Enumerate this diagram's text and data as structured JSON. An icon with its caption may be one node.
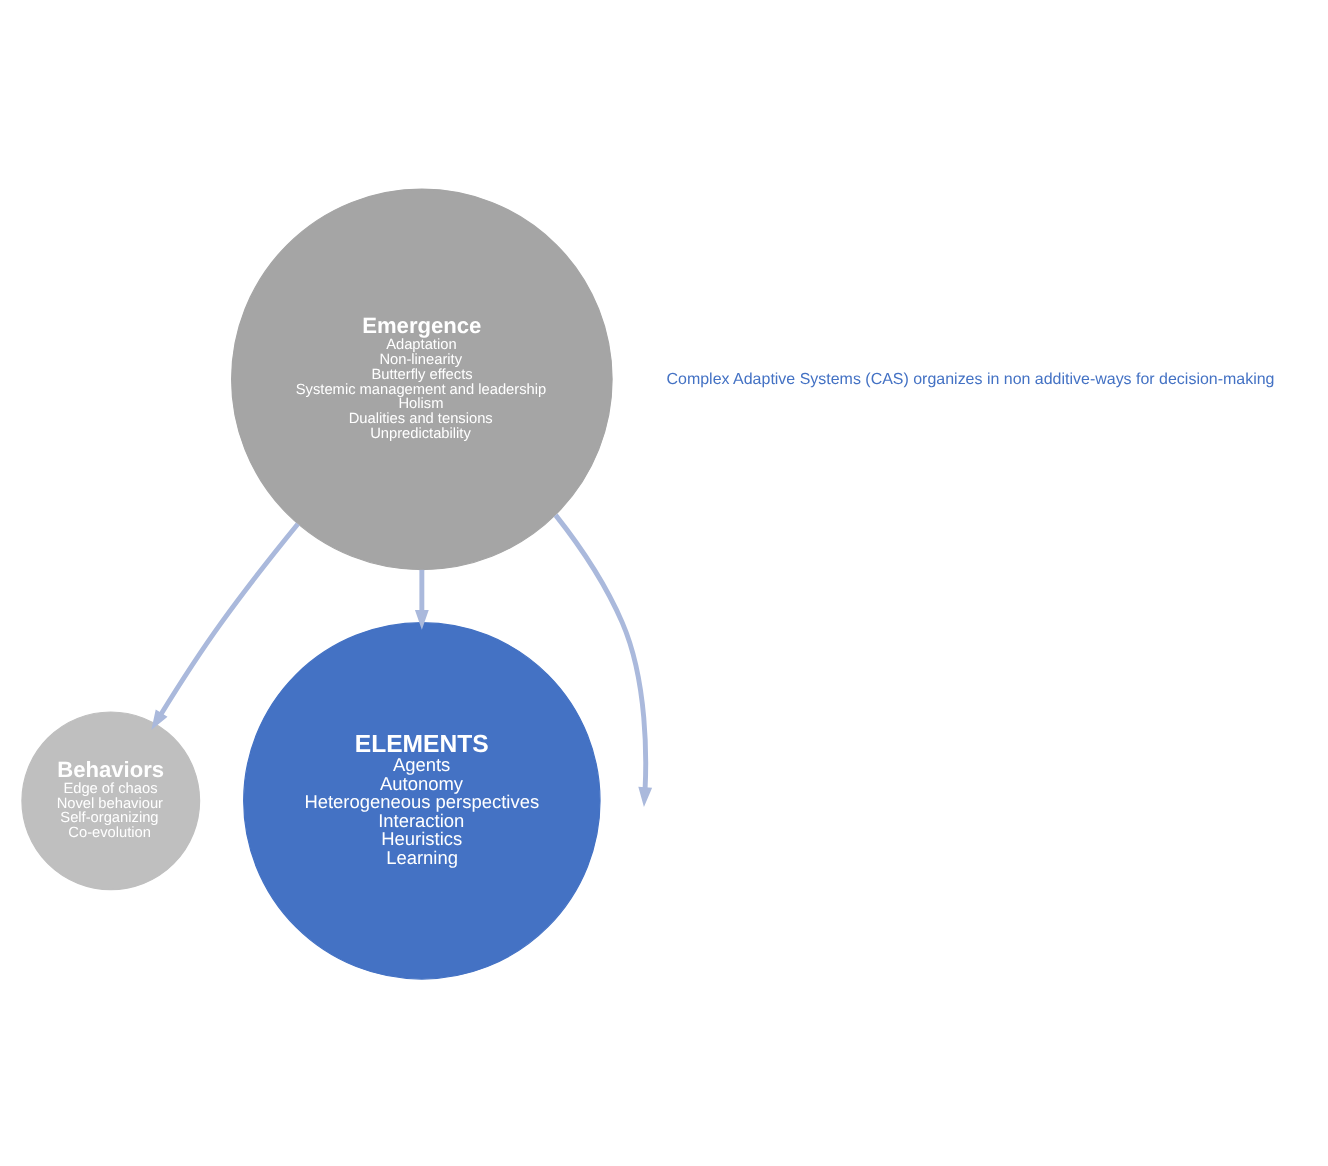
{
  "diagram": {
    "nodes": [
      {
        "text": [
          "Emergence",
          "Adaptation",
          "Non-linearity",
          "Butterfly effects",
          "Systemic management and leadership",
          "Holism",
          "Dualities and tensions",
          "Unpredictability"
        ]
      },
      {
        "text": [
          "Behaviors",
          "Edge of chaos",
          "Novel behaviour",
          "Self-organizing",
          "Co-evolution"
        ]
      },
      {
        "text": [
          "ELEMENTS",
          "Agents",
          "Autonomy",
          "Heterogeneous perspectives",
          "Interaction",
          "Heuristics",
          "Learning"
        ]
      }
    ],
    "edges": [
      {
        "from": 0,
        "to": null,
        "arrow": "to"
      },
      {
        "from": 0,
        "to": 1,
        "arrow": "to"
      },
      {
        "from": 0,
        "to": 2,
        "arrow": "to"
      }
    ],
    "labels": [
      "Complex Adaptive Systems (CAS) organizes in non additive-ways for decision-making"
    ]
  }
}
